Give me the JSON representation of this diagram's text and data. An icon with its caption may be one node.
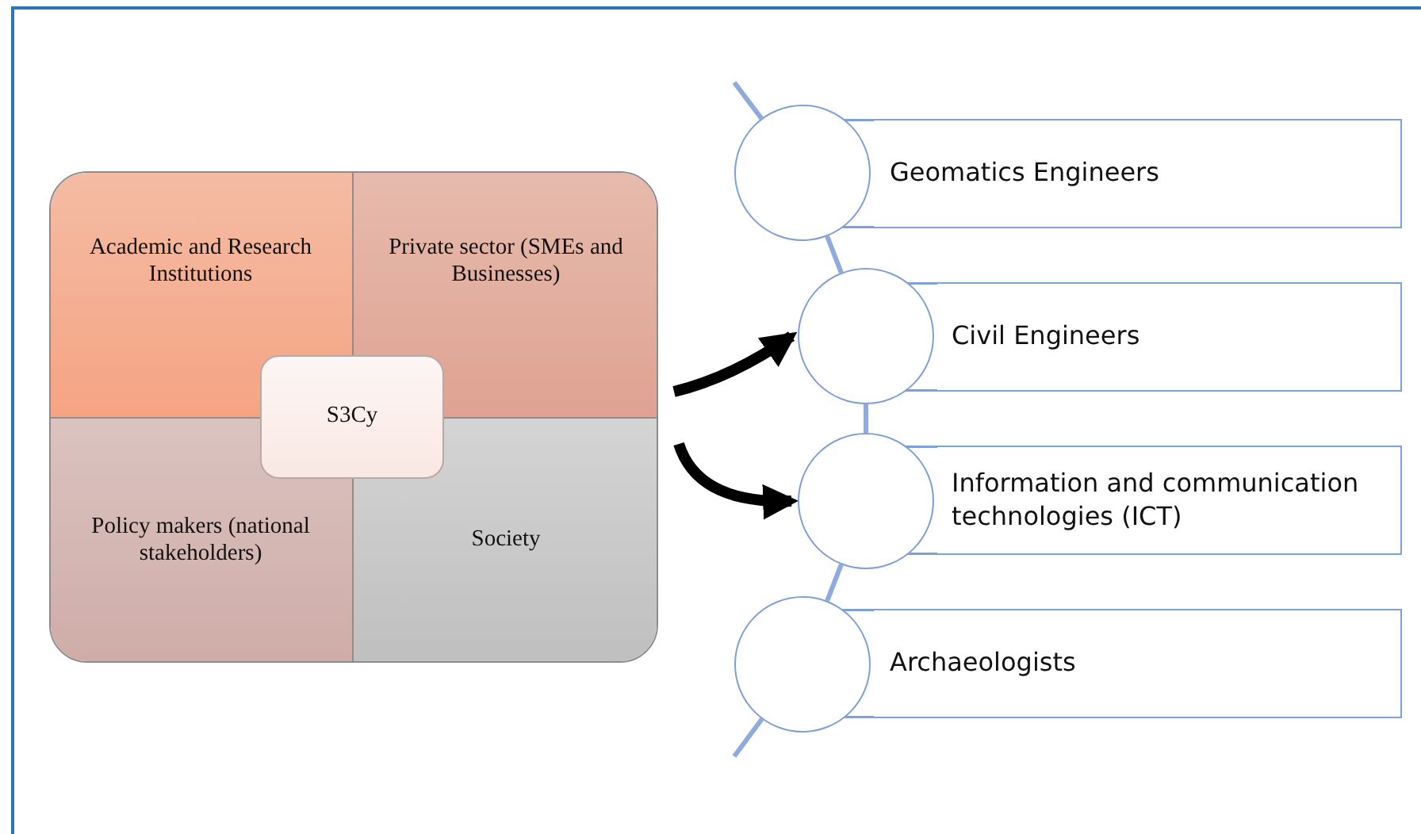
{
  "diagram": {
    "nodes": [
      {
        "text": [],
        "shape": "box"
      },
      {
        "text": [
          "Academic and Research Institutions"
        ],
        "in": 0
      },
      {
        "text": [
          "Private sector (SMEs and Businesses)"
        ],
        "in": 0
      },
      {
        "text": [
          "Policy makers (national stakeholders)"
        ],
        "in": 0
      },
      {
        "text": [
          "Society"
        ],
        "in": 0
      },
      {
        "text": [
          "S3Cy"
        ],
        "in": 0
      },
      {
        "text": [
          "Geomatics Engineers"
        ]
      },
      {
        "text": [
          "Civil Engineers"
        ]
      },
      {
        "text": [
          "Information and communication technologies (ICT)"
        ]
      },
      {
        "text": [
          "Archaeologists"
        ]
      },
      {
        "text": [],
        "shape": "circle"
      },
      {
        "text": [],
        "shape": "circle"
      },
      {
        "text": [],
        "shape": "circle"
      },
      {
        "text": [],
        "shape": "circle"
      }
    ],
    "edges": [
      {
        "from": 0,
        "to": 11,
        "arrow": "to",
        "style": "thick",
        "color": "#000000"
      },
      {
        "from": 0,
        "to": 12,
        "arrow": "to",
        "style": "thick",
        "color": "#000000"
      },
      {
        "from": null,
        "to": 10,
        "arrow": "none"
      },
      {
        "from": 10,
        "to": 11,
        "arrow": "none"
      },
      {
        "from": 11,
        "to": 12,
        "arrow": "none"
      },
      {
        "from": 12,
        "to": 13,
        "arrow": "none"
      },
      {
        "from": 13,
        "to": null,
        "arrow": "none"
      }
    ]
  }
}
